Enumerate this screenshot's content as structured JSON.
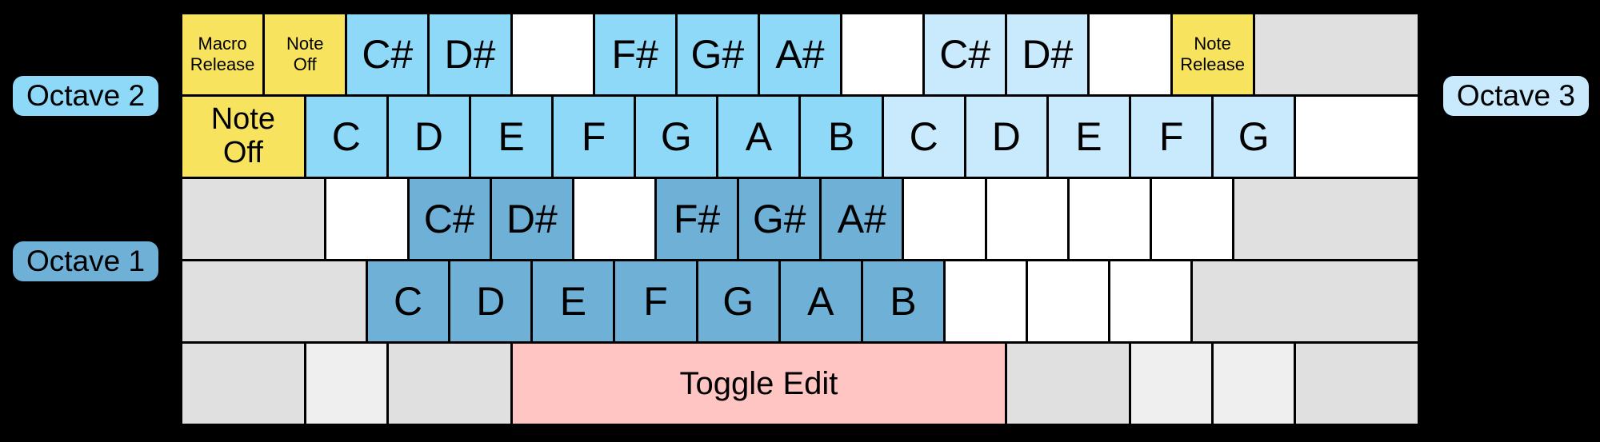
{
  "colors": {
    "background": "#000000",
    "border": "#000000",
    "yellow": "#f8e35f",
    "octave2_blue": "#8ed8f8",
    "octave3_blue": "#c8eafc",
    "octave1_blue": "#6fb0d6",
    "pink": "#fec5c3",
    "gray": "#e0e0e0",
    "gray_light": "#efefef",
    "white_key": "#ffffff",
    "key_text": "#000000"
  },
  "labels": {
    "octave1": "Octave 1",
    "octave2": "Octave 2",
    "octave3": "Octave 3"
  },
  "keyboard": {
    "rows": [
      {
        "keys": [
          {
            "label": "Macro Release",
            "lines": [
              "Macro",
              "Release"
            ],
            "type": "macro",
            "w": 4,
            "size": "small"
          },
          {
            "label": "Note Off",
            "lines": [
              "Note",
              "Off"
            ],
            "type": "macro",
            "w": 4,
            "size": "small"
          },
          {
            "label": "C#",
            "type": "oct2",
            "w": 4,
            "size": "large"
          },
          {
            "label": "D#",
            "type": "oct2",
            "w": 4,
            "size": "large"
          },
          {
            "label": "",
            "type": "blank",
            "w": 4
          },
          {
            "label": "F#",
            "type": "oct2",
            "w": 4,
            "size": "large"
          },
          {
            "label": "G#",
            "type": "oct2",
            "w": 4,
            "size": "large"
          },
          {
            "label": "A#",
            "type": "oct2",
            "w": 4,
            "size": "large"
          },
          {
            "label": "",
            "type": "blank",
            "w": 4
          },
          {
            "label": "C#",
            "type": "oct3",
            "w": 4,
            "size": "large"
          },
          {
            "label": "D#",
            "type": "oct3",
            "w": 4,
            "size": "large"
          },
          {
            "label": "",
            "type": "blank",
            "w": 4
          },
          {
            "label": "Note Release",
            "lines": [
              "Note",
              "Release"
            ],
            "type": "macro",
            "w": 4,
            "size": "small"
          },
          {
            "label": "",
            "type": "mod",
            "w": 8
          }
        ]
      },
      {
        "keys": [
          {
            "label": "Note Off",
            "lines": [
              "Note",
              "Off"
            ],
            "type": "macro",
            "w": 6,
            "size": "medium"
          },
          {
            "label": "C",
            "type": "oct2",
            "w": 4,
            "size": "large"
          },
          {
            "label": "D",
            "type": "oct2",
            "w": 4,
            "size": "large"
          },
          {
            "label": "E",
            "type": "oct2",
            "w": 4,
            "size": "large"
          },
          {
            "label": "F",
            "type": "oct2",
            "w": 4,
            "size": "large"
          },
          {
            "label": "G",
            "type": "oct2",
            "w": 4,
            "size": "large"
          },
          {
            "label": "A",
            "type": "oct2",
            "w": 4,
            "size": "large"
          },
          {
            "label": "B",
            "type": "oct2",
            "w": 4,
            "size": "large"
          },
          {
            "label": "C",
            "type": "oct3",
            "w": 4,
            "size": "large"
          },
          {
            "label": "D",
            "type": "oct3",
            "w": 4,
            "size": "large"
          },
          {
            "label": "E",
            "type": "oct3",
            "w": 4,
            "size": "large"
          },
          {
            "label": "F",
            "type": "oct3",
            "w": 4,
            "size": "large"
          },
          {
            "label": "G",
            "type": "oct3",
            "w": 4,
            "size": "large"
          },
          {
            "label": "",
            "type": "blank",
            "w": 6
          }
        ]
      },
      {
        "keys": [
          {
            "label": "",
            "type": "mod",
            "w": 7
          },
          {
            "label": "",
            "type": "blank",
            "w": 4
          },
          {
            "label": "C#",
            "type": "oct1",
            "w": 4,
            "size": "large"
          },
          {
            "label": "D#",
            "type": "oct1",
            "w": 4,
            "size": "large"
          },
          {
            "label": "",
            "type": "blank",
            "w": 4
          },
          {
            "label": "F#",
            "type": "oct1",
            "w": 4,
            "size": "large"
          },
          {
            "label": "G#",
            "type": "oct1",
            "w": 4,
            "size": "large"
          },
          {
            "label": "A#",
            "type": "oct1",
            "w": 4,
            "size": "large"
          },
          {
            "label": "",
            "type": "blank",
            "w": 4
          },
          {
            "label": "",
            "type": "blank",
            "w": 4
          },
          {
            "label": "",
            "type": "blank",
            "w": 4
          },
          {
            "label": "",
            "type": "blank",
            "w": 4
          },
          {
            "label": "",
            "type": "mod",
            "w": 9
          }
        ]
      },
      {
        "keys": [
          {
            "label": "",
            "type": "mod",
            "w": 9
          },
          {
            "label": "C",
            "type": "oct1",
            "w": 4,
            "size": "large"
          },
          {
            "label": "D",
            "type": "oct1",
            "w": 4,
            "size": "large"
          },
          {
            "label": "E",
            "type": "oct1",
            "w": 4,
            "size": "large"
          },
          {
            "label": "F",
            "type": "oct1",
            "w": 4,
            "size": "large"
          },
          {
            "label": "G",
            "type": "oct1",
            "w": 4,
            "size": "large"
          },
          {
            "label": "A",
            "type": "oct1",
            "w": 4,
            "size": "large"
          },
          {
            "label": "B",
            "type": "oct1",
            "w": 4,
            "size": "large"
          },
          {
            "label": "",
            "type": "blank",
            "w": 4
          },
          {
            "label": "",
            "type": "blank",
            "w": 4
          },
          {
            "label": "",
            "type": "blank",
            "w": 4
          },
          {
            "label": "",
            "type": "mod",
            "w": 11
          }
        ]
      },
      {
        "keys": [
          {
            "label": "",
            "type": "mod",
            "w": 6
          },
          {
            "label": "",
            "type": "modlight",
            "w": 4
          },
          {
            "label": "",
            "type": "mod",
            "w": 6
          },
          {
            "label": "Toggle Edit",
            "type": "edit",
            "w": 24,
            "size": "xlarge"
          },
          {
            "label": "",
            "type": "mod",
            "w": 6
          },
          {
            "label": "",
            "type": "modlight",
            "w": 4
          },
          {
            "label": "",
            "type": "modlight",
            "w": 4
          },
          {
            "label": "",
            "type": "mod",
            "w": 6
          }
        ]
      }
    ]
  }
}
